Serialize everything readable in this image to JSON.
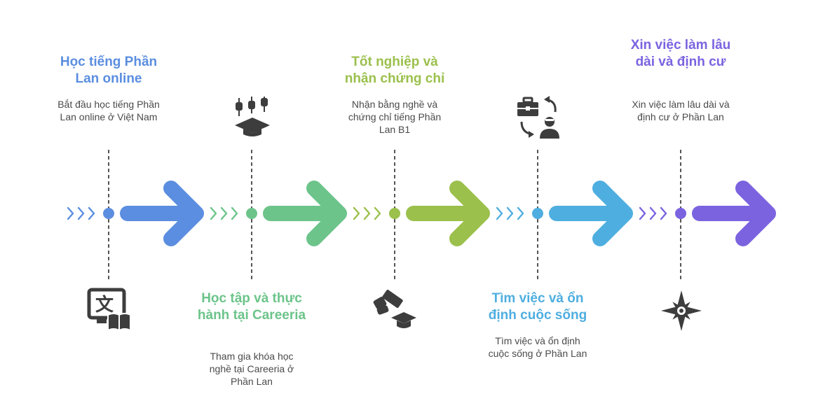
{
  "steps": [
    {
      "title": "Học tiếng Phần Lan online",
      "description": "Bắt đầu học tiếng Phần Lan online ở Việt Nam",
      "color": "#5b8ee0",
      "icon": "translate-book-icon",
      "text_position": "top",
      "icon_position": "bottom"
    },
    {
      "title": "Học tập và thực hành tại Careeria",
      "description": "Tham gia khóa học nghề tại Careeria ở Phần Lan",
      "color": "#6cc48a",
      "icon": "graduation-abacus-icon",
      "text_position": "bottom",
      "icon_position": "top"
    },
    {
      "title": "Tốt nghiệp và nhận chứng chỉ",
      "description": "Nhận bằng nghề và chứng chỉ tiếng Phần Lan B1",
      "color": "#9bc04c",
      "icon": "diploma-cap-icon",
      "text_position": "top",
      "icon_position": "bottom"
    },
    {
      "title": "Tìm việc và ổn định cuộc sống",
      "description": "Tìm việc và ổn định cuộc sống ở Phần Lan",
      "color": "#4faee0",
      "icon": "job-switch-icon",
      "text_position": "bottom",
      "icon_position": "top"
    },
    {
      "title": "Xin việc làm lâu dài và định cư",
      "description": "Xin việc làm lâu dài và định cư ở Phần Lan",
      "color": "#7b63e0",
      "icon": "compass-star-icon",
      "text_position": "top",
      "icon_position": "bottom"
    }
  ],
  "dark_icon_color": "#3d3d3d",
  "line_color": "#555555"
}
